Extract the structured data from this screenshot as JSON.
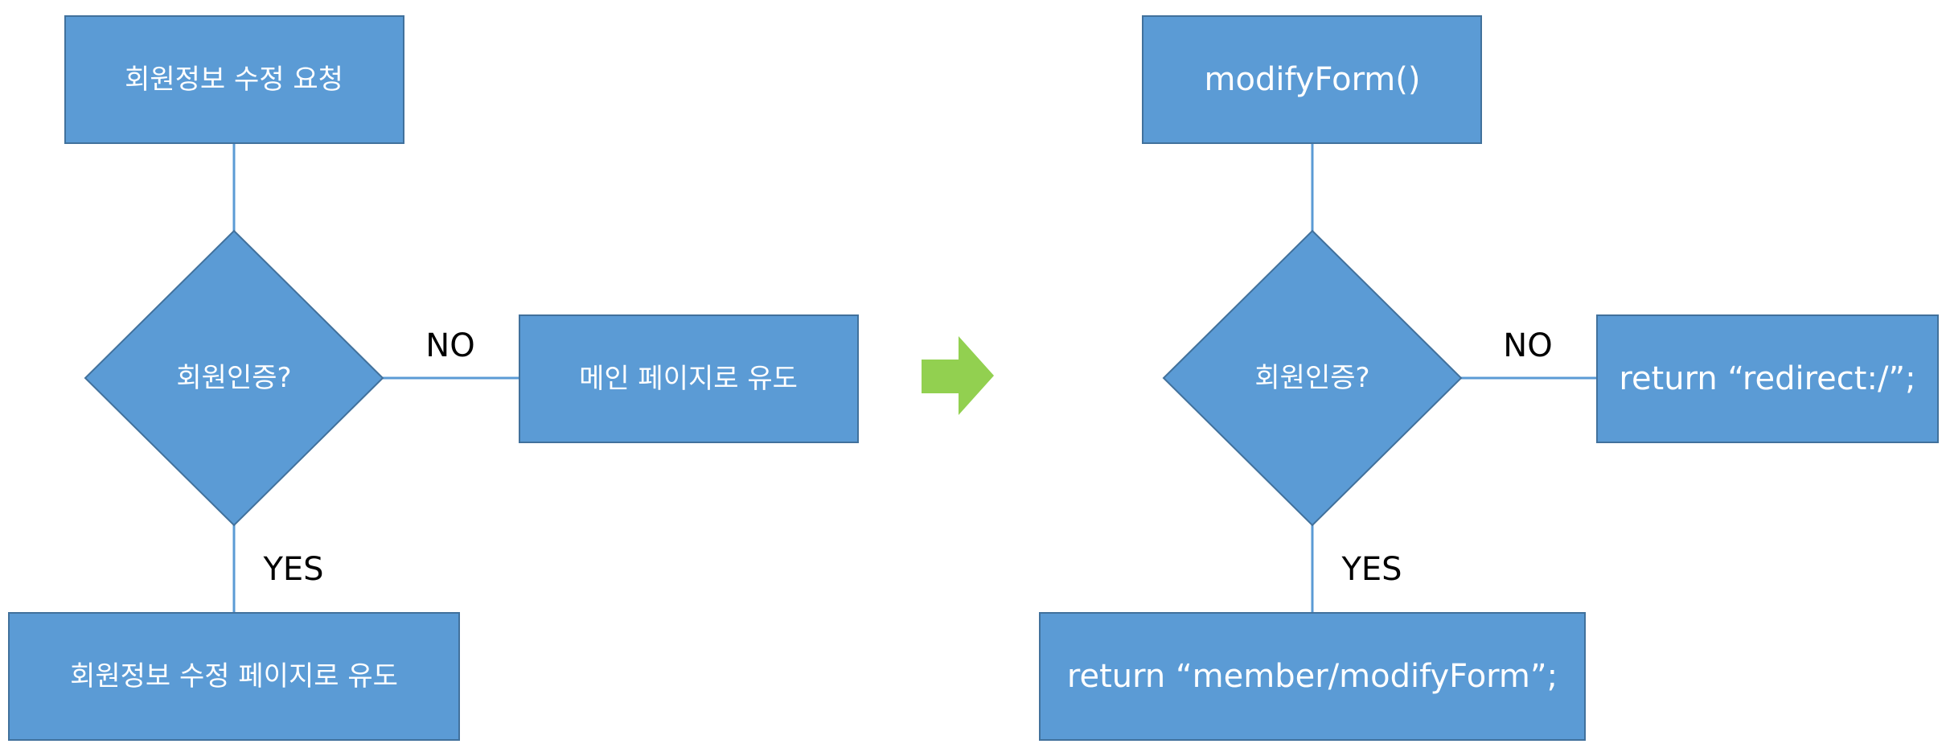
{
  "left_flow": {
    "start": "회원정보 수정 요청",
    "decision": "회원인증?",
    "no_label": "NO",
    "no_result": "메인 페이지로 유도",
    "yes_label": "YES",
    "yes_result": "회원정보 수정 페이지로 유도"
  },
  "right_flow": {
    "start": "modifyForm()",
    "decision": "회원인증?",
    "no_label": "NO",
    "no_result": "return “redirect:/”;",
    "yes_label": "YES",
    "yes_result": "return “member/modifyForm”;"
  },
  "colors": {
    "node_fill": "#5b9bd5",
    "node_border": "#41719c",
    "arrow": "#92d050"
  },
  "icons": {
    "transition": "right-arrow-icon"
  }
}
